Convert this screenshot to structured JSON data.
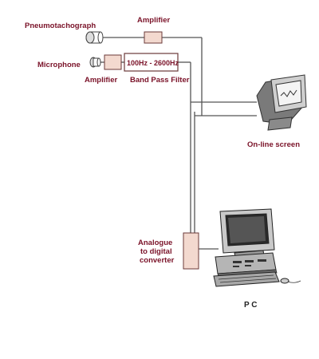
{
  "labels": {
    "pneumotachograph": "Pneumotachograph",
    "amplifier_top": "Amplifier",
    "microphone": "Microphone",
    "amplifier_bottom": "Amplifier",
    "filter_range": "100Hz - 2600Hz",
    "band_pass_filter": "Band Pass Filter",
    "online_screen": "On-line screen",
    "adc": [
      "Analogue",
      "to digital",
      "converter"
    ],
    "pc": "P C"
  },
  "colors": {
    "label": "#7a1228",
    "block_fill": "#f3d9cf",
    "block_stroke": "#6b3a3a",
    "wire": "#555555"
  },
  "icons": {
    "sensor": "pneumotachograph-icon",
    "mic": "microphone-icon",
    "monitor": "crt-monitor-icon",
    "computer": "desktop-computer-icon"
  }
}
